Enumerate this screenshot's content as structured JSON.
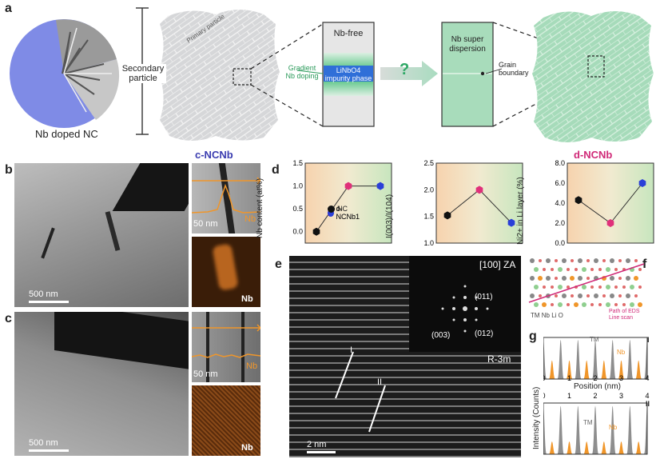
{
  "panels": {
    "a": "a",
    "b": "b",
    "c": "c",
    "d": "d",
    "e": "e",
    "f": "f",
    "g": "g"
  },
  "a": {
    "nb_doped": "Nb doped NC",
    "secondary": "Secondary",
    "particle": "particle",
    "primary": "Primary particle",
    "c_ncnb": "c-NCNb",
    "d_ncnb": "d-NCNb",
    "nb_free": "Nb-free",
    "gradient1": "Gradient",
    "gradient2": "Nb doping",
    "impurity1": "LiNbO4",
    "impurity2": "impurity phase",
    "super1": "Nb super",
    "super2": "dispersion",
    "grain1": "Grain",
    "grain2": "boundary",
    "question": "?"
  },
  "b": {
    "scale_main": "500 nm",
    "scale_inset": "50 nm",
    "nb_line": "Nb",
    "nb_map": "Nb"
  },
  "c": {
    "scale_main": "500 nm",
    "scale_inset": "50 nm",
    "nb_line": "Nb",
    "nb_map": "Nb"
  },
  "d": {
    "plot1_ylabel": "Nb content (at%)",
    "plot2_ylabel": "I(003)/I(104)",
    "plot3_ylabel": "Ni2+ in Li layer (%)",
    "plot1_ticks": [
      "0.0",
      "0.5",
      "1.0",
      "1.5"
    ],
    "plot2_ticks": [
      "1.0",
      "1.5",
      "2.0",
      "2.5"
    ],
    "plot3_ticks": [
      "0.0",
      "2.0",
      "4.0",
      "6.0",
      "8.0"
    ],
    "legend": [
      {
        "label": "d-NCNb1",
        "color": "#e0307a"
      },
      {
        "label": "c-NCNb1",
        "color": "#2a3fd8"
      },
      {
        "label": "NC",
        "color": "#111111"
      }
    ]
  },
  "e": {
    "zone": "[100] ZA",
    "spot1": "(011)",
    "spot2": "(003)",
    "spot3": "(012)",
    "group": "R-3m",
    "scale": "2 nm",
    "mark1": "I",
    "mark2": "II"
  },
  "f": {
    "legend": "TM  Nb  Li  O",
    "path": "Path of EDS",
    "path2": "Line scan"
  },
  "g": {
    "ylabel": "Intensity (Counts)",
    "xlabel": "Position (nm)",
    "tm": "TM",
    "nb": "Nb",
    "tm2": "TM",
    "nb2": "Nb",
    "mark1": "I",
    "mark2": "II",
    "xticks": [
      "0",
      "1",
      "2",
      "3",
      "4"
    ]
  },
  "chart_data": [
    {
      "type": "line",
      "title": "",
      "ylabel": "Nb content (at%)",
      "x": [
        "NC",
        "d-NCNb1",
        "c-NCNb1"
      ],
      "series": [
        {
          "values": [
            0.0,
            1.0,
            1.0
          ]
        }
      ],
      "ylim": [
        -0.25,
        1.5
      ]
    },
    {
      "type": "line",
      "title": "",
      "ylabel": "I(003)/I(104)",
      "x": [
        "NC",
        "d-NCNb1",
        "c-NCNb1"
      ],
      "series": [
        {
          "values": [
            1.52,
            2.0,
            1.38
          ]
        }
      ],
      "ylim": [
        1.0,
        2.5
      ]
    },
    {
      "type": "line",
      "title": "",
      "ylabel": "Ni2+ in Li layer (%)",
      "x": [
        "NC",
        "d-NCNb1",
        "c-NCNb1"
      ],
      "series": [
        {
          "values": [
            4.3,
            2.0,
            6.0
          ]
        }
      ],
      "ylim": [
        0.0,
        8.0
      ]
    }
  ],
  "colors": {
    "nc": "#111111",
    "d_ncnb": "#e0307a",
    "c_ncnb": "#2a3fd8",
    "green": "#33b36b",
    "orange": "#f0962a",
    "sphere": "#7c89e6"
  }
}
